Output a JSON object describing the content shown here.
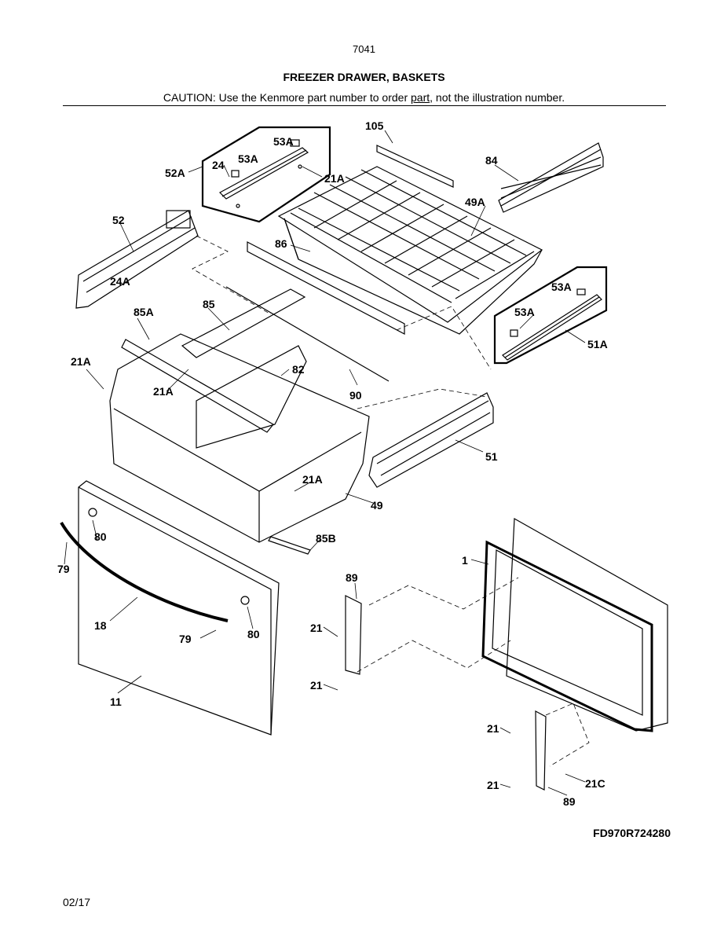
{
  "header": {
    "page_number": "7041",
    "title": "FREEZER DRAWER, BASKETS",
    "caution_prefix": "CAUTION: Use the Kenmore part number to order ",
    "caution_link": "part",
    "caution_suffix": ", not the illustration number."
  },
  "footer": {
    "diagram_code": "FD970R724280",
    "date": "02/17"
  },
  "callouts": [
    {
      "id": "105",
      "label": "105"
    },
    {
      "id": "53A-a",
      "label": "53A"
    },
    {
      "id": "53A-b",
      "label": "53A"
    },
    {
      "id": "24",
      "label": "24"
    },
    {
      "id": "52A",
      "label": "52A"
    },
    {
      "id": "21A-a",
      "label": "21A"
    },
    {
      "id": "84",
      "label": "84"
    },
    {
      "id": "49A",
      "label": "49A"
    },
    {
      "id": "52",
      "label": "52"
    },
    {
      "id": "86",
      "label": "86"
    },
    {
      "id": "24A",
      "label": "24A"
    },
    {
      "id": "53A-c",
      "label": "53A"
    },
    {
      "id": "53A-d",
      "label": "53A"
    },
    {
      "id": "51A",
      "label": "51A"
    },
    {
      "id": "85A",
      "label": "85A"
    },
    {
      "id": "85",
      "label": "85"
    },
    {
      "id": "21A-b",
      "label": "21A"
    },
    {
      "id": "82",
      "label": "82"
    },
    {
      "id": "21A-c",
      "label": "21A"
    },
    {
      "id": "90",
      "label": "90"
    },
    {
      "id": "51",
      "label": "51"
    },
    {
      "id": "21A-d",
      "label": "21A"
    },
    {
      "id": "49",
      "label": "49"
    },
    {
      "id": "85B",
      "label": "85B"
    },
    {
      "id": "80-a",
      "label": "80"
    },
    {
      "id": "79-a",
      "label": "79"
    },
    {
      "id": "1",
      "label": "1"
    },
    {
      "id": "89-a",
      "label": "89"
    },
    {
      "id": "18",
      "label": "18"
    },
    {
      "id": "79-b",
      "label": "79"
    },
    {
      "id": "80-b",
      "label": "80"
    },
    {
      "id": "21-a",
      "label": "21"
    },
    {
      "id": "21-b",
      "label": "21"
    },
    {
      "id": "11",
      "label": "11"
    },
    {
      "id": "21-c",
      "label": "21"
    },
    {
      "id": "21C",
      "label": "21C"
    },
    {
      "id": "21-d",
      "label": "21"
    },
    {
      "id": "89-b",
      "label": "89"
    }
  ]
}
